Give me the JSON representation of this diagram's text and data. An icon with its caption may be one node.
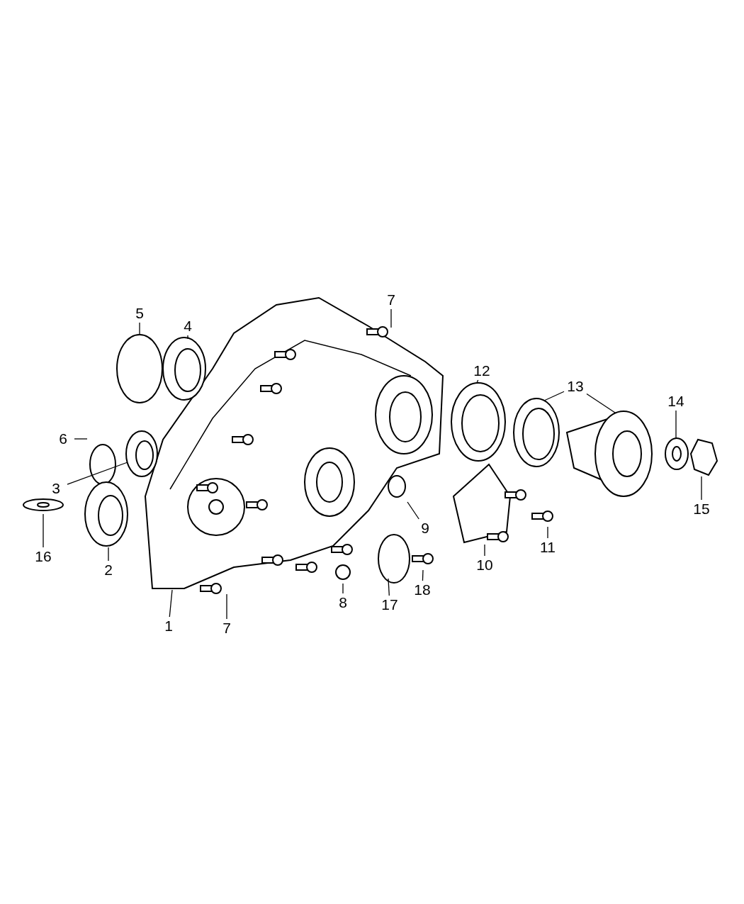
{
  "diagram": {
    "nodes": [
      {
        "text": [
          "7"
        ]
      },
      {
        "text": [
          "5"
        ]
      },
      {
        "text": [
          "4"
        ]
      },
      {
        "text": [
          "12"
        ]
      },
      {
        "text": [
          "13"
        ]
      },
      {
        "text": [
          "14"
        ]
      },
      {
        "text": [
          "6"
        ]
      },
      {
        "text": [
          "3"
        ]
      },
      {
        "text": [
          "9"
        ]
      },
      {
        "text": [
          "15"
        ]
      },
      {
        "text": [
          "16"
        ]
      },
      {
        "text": [
          "11"
        ]
      },
      {
        "text": [
          "10"
        ]
      },
      {
        "text": [
          "2"
        ]
      },
      {
        "text": [
          "8"
        ]
      },
      {
        "text": [
          "18"
        ]
      },
      {
        "text": [
          "17"
        ]
      },
      {
        "text": [
          "1"
        ]
      },
      {
        "text": [
          "7"
        ]
      }
    ],
    "edges": [
      {
        "from": 0,
        "to": null,
        "arrow": "none"
      },
      {
        "from": 1,
        "to": null,
        "arrow": "none"
      },
      {
        "from": 2,
        "to": null,
        "arrow": "none"
      },
      {
        "from": 3,
        "to": null,
        "arrow": "none"
      },
      {
        "from": 4,
        "to": null,
        "arrow": "none"
      },
      {
        "from": 4,
        "to": null,
        "arrow": "none"
      },
      {
        "from": 5,
        "to": null,
        "arrow": "none"
      },
      {
        "from": 6,
        "to": null,
        "arrow": "none"
      },
      {
        "from": 7,
        "to": null,
        "arrow": "none"
      },
      {
        "from": 8,
        "to": null,
        "arrow": "none"
      },
      {
        "from": 9,
        "to": null,
        "arrow": "none"
      },
      {
        "from": 10,
        "to": null,
        "arrow": "none"
      },
      {
        "from": 11,
        "to": null,
        "arrow": "none"
      },
      {
        "from": 12,
        "to": null,
        "arrow": "none"
      },
      {
        "from": 13,
        "to": null,
        "arrow": "none"
      },
      {
        "from": 14,
        "to": null,
        "arrow": "none"
      },
      {
        "from": 15,
        "to": null,
        "arrow": "none"
      },
      {
        "from": 16,
        "to": null,
        "arrow": "none"
      },
      {
        "from": 17,
        "to": null,
        "arrow": "none"
      },
      {
        "from": 18,
        "to": null,
        "arrow": "none"
      }
    ]
  }
}
